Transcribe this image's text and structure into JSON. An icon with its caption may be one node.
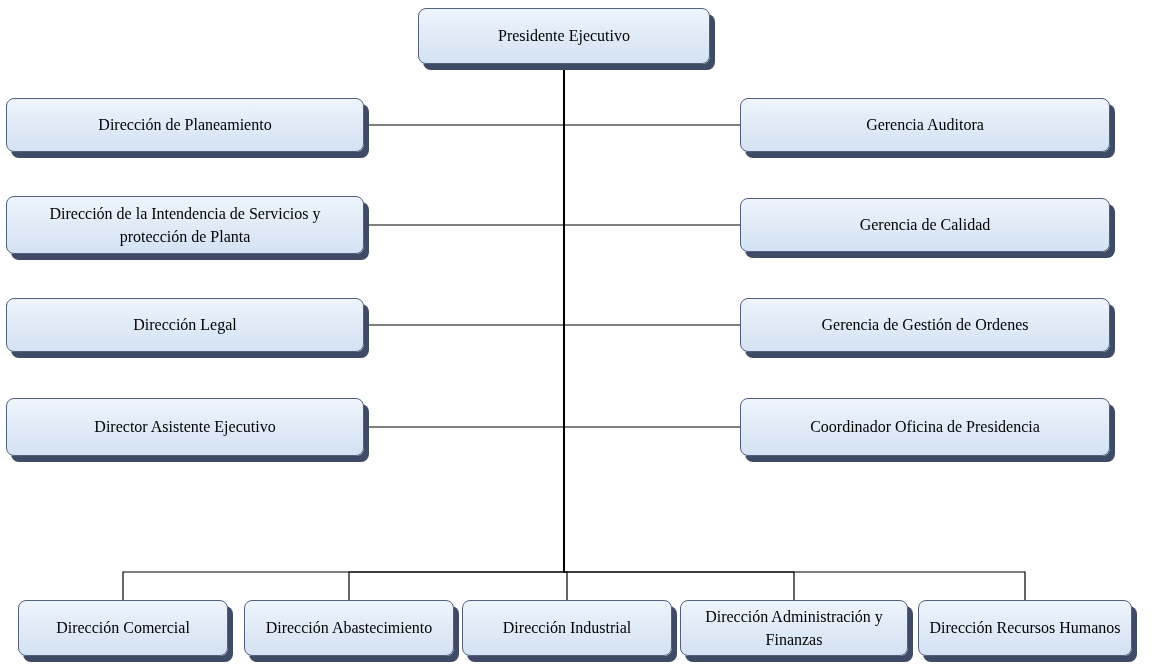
{
  "diagram": {
    "nodes": [
      {
        "text": [
          "Presidente Ejecutivo"
        ]
      },
      {
        "text": [
          "Dirección de Planeamiento"
        ]
      },
      {
        "text": [
          "Gerencia Auditora"
        ]
      },
      {
        "text": [
          "Dirección de la Intendencia de Servicios y protección de Planta"
        ]
      },
      {
        "text": [
          "Gerencia de Calidad"
        ]
      },
      {
        "text": [
          "Dirección Legal"
        ]
      },
      {
        "text": [
          "Gerencia de Gestión de Ordenes"
        ]
      },
      {
        "text": [
          "Director Asistente Ejecutivo"
        ]
      },
      {
        "text": [
          "Coordinador Oficina de Presidencia"
        ]
      },
      {
        "text": [
          "Dirección Comercial"
        ]
      },
      {
        "text": [
          "Dirección Abastecimiento"
        ]
      },
      {
        "text": [
          "Dirección Industrial"
        ]
      },
      {
        "text": [
          "Dirección Administración y Finanzas"
        ]
      },
      {
        "text": [
          "Dirección Recursos Humanos"
        ]
      }
    ],
    "edges": [
      {
        "from": 0,
        "to": 1,
        "arrow": "none"
      },
      {
        "from": 0,
        "to": 2,
        "arrow": "none"
      },
      {
        "from": 0,
        "to": 3,
        "arrow": "none"
      },
      {
        "from": 0,
        "to": 4,
        "arrow": "none"
      },
      {
        "from": 0,
        "to": 5,
        "arrow": "none"
      },
      {
        "from": 0,
        "to": 6,
        "arrow": "none"
      },
      {
        "from": 0,
        "to": 7,
        "arrow": "none"
      },
      {
        "from": 0,
        "to": 8,
        "arrow": "none"
      },
      {
        "from": 0,
        "to": 9,
        "arrow": "none"
      },
      {
        "from": 0,
        "to": 10,
        "arrow": "none"
      },
      {
        "from": 0,
        "to": 11,
        "arrow": "none"
      },
      {
        "from": 0,
        "to": 12,
        "arrow": "none"
      },
      {
        "from": 0,
        "to": 13,
        "arrow": "none"
      }
    ]
  }
}
